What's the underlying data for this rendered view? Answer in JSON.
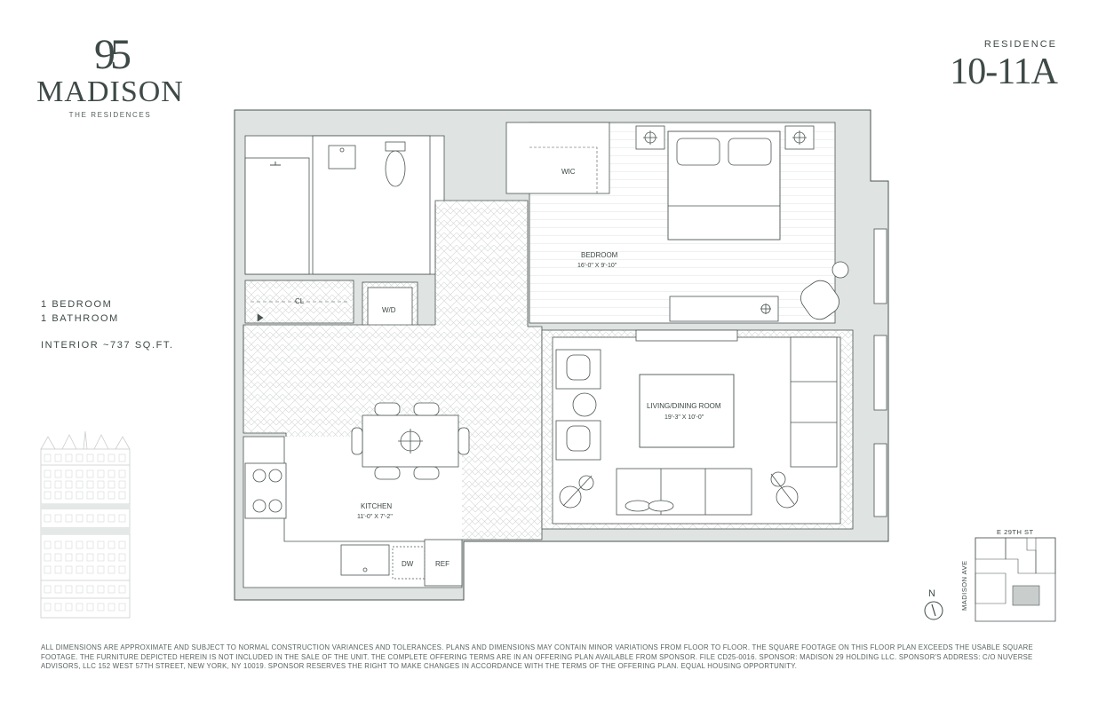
{
  "brand": {
    "number": "95",
    "name": "MADISON",
    "subtitle": "THE RESIDENCES"
  },
  "residence": {
    "label": "RESIDENCE",
    "number": "10-11A"
  },
  "unit": {
    "bedrooms": "1 BEDROOM",
    "bathrooms": "1 BATHROOM",
    "interior": "INTERIOR ~737 SQ.FT."
  },
  "rooms": {
    "bedroom": {
      "name": "BEDROOM",
      "dims": "16'-0\" X 9'-10\""
    },
    "living": {
      "name": "LIVING/DINING ROOM",
      "dims": "19'-3\" X 10'-0\""
    },
    "kitchen": {
      "name": "KITCHEN",
      "dims": "11'-0\" X 7'-2\""
    },
    "wic": "WIC",
    "closet": "CL",
    "washer_dryer": "W/D",
    "dishwasher": "DW",
    "refrigerator": "REF"
  },
  "keymap": {
    "north": "N",
    "street": "E 29TH ST",
    "avenue": "MADISON AVE"
  },
  "disclaimer": "ALL DIMENSIONS ARE APPROXIMATE AND SUBJECT TO NORMAL CONSTRUCTION VARIANCES AND TOLERANCES. PLANS AND DIMENSIONS MAY CONTAIN MINOR VARIATIONS FROM FLOOR TO FLOOR. THE SQUARE FOOTAGE ON THIS FLOOR PLAN EXCEEDS THE USABLE SQUARE FOOTAGE. THE FURNITURE DEPICTED HEREIN IS NOT INCLUDED IN THE SALE OF THE UNIT. THE COMPLETE OFFERING TERMS ARE IN AN OFFERING PLAN AVAILABLE FROM SPONSOR. FILE CD25-0016. SPONSOR: MADISON 29 HOLDING LLC. SPONSOR'S ADDRESS: C/O NUVERSE ADVISORS, LLC 152 WEST 57TH STREET, NEW YORK, NY 10019. SPONSOR RESERVES THE RIGHT TO MAKE CHANGES IN ACCORDANCE WITH THE TERMS OF THE OFFERING PLAN. EQUAL HOUSING OPPORTUNITY.",
  "colors": {
    "wall": "#dfe3e1",
    "line": "#4a5452",
    "text": "#3e4a48",
    "key_unit": "#c9cecc"
  }
}
